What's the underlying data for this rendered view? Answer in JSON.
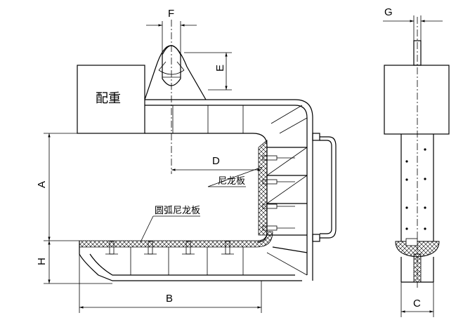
{
  "labels": {
    "counterweight": "配重",
    "nylon_plate": "尼龙板",
    "arc_nylon_plate": "圆弧尼龙板"
  },
  "dimensions": {
    "A": "A",
    "B": "B",
    "C": "C",
    "D": "D",
    "E": "E",
    "F": "F",
    "G": "G",
    "H": "H"
  }
}
